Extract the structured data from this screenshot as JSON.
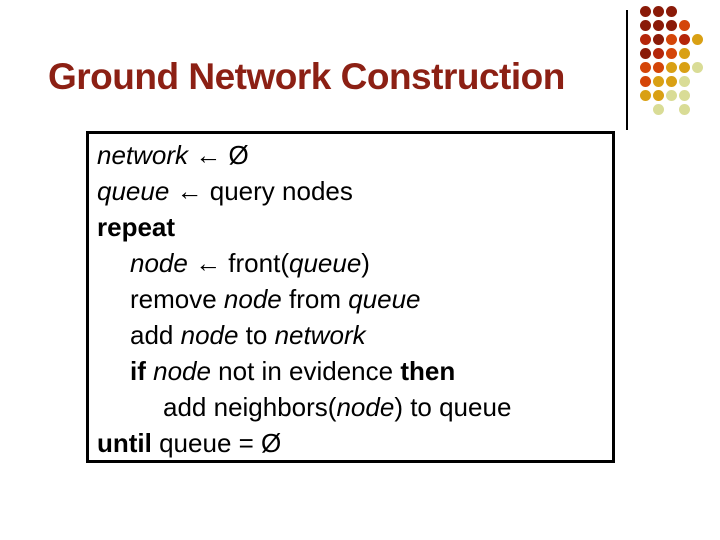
{
  "slide": {
    "title": "Ground Network Construction",
    "title_color": "#8C2014",
    "background_color": "#FFFFFF"
  },
  "pseudocode": {
    "border_color": "#000000",
    "text_color": "#000000",
    "lines": [
      {
        "indent": 0,
        "segments": [
          {
            "text": "network",
            "style": "italic"
          },
          {
            "text": " ← Ø",
            "style": "regular"
          }
        ]
      },
      {
        "indent": 0,
        "segments": [
          {
            "text": "queue",
            "style": "italic"
          },
          {
            "text": " ← query nodes",
            "style": "regular"
          }
        ]
      },
      {
        "indent": 0,
        "segments": [
          {
            "text": "repeat",
            "style": "bold"
          }
        ]
      },
      {
        "indent": 1,
        "segments": [
          {
            "text": "node",
            "style": "italic"
          },
          {
            "text": " ← front(",
            "style": "regular"
          },
          {
            "text": "queue",
            "style": "italic"
          },
          {
            "text": ")",
            "style": "regular"
          }
        ]
      },
      {
        "indent": 1,
        "segments": [
          {
            "text": "remove ",
            "style": "regular"
          },
          {
            "text": "node",
            "style": "italic"
          },
          {
            "text": " from ",
            "style": "regular"
          },
          {
            "text": "queue",
            "style": "italic"
          }
        ]
      },
      {
        "indent": 1,
        "segments": [
          {
            "text": "add ",
            "style": "regular"
          },
          {
            "text": "node",
            "style": "italic"
          },
          {
            "text": " to ",
            "style": "regular"
          },
          {
            "text": "network",
            "style": "italic"
          }
        ]
      },
      {
        "indent": 1,
        "segments": [
          {
            "text": "if ",
            "style": "bold"
          },
          {
            "text": "node",
            "style": "italic"
          },
          {
            "text": " not in evidence ",
            "style": "regular"
          },
          {
            "text": "then",
            "style": "bold"
          }
        ]
      },
      {
        "indent": 2,
        "segments": [
          {
            "text": "add neighbors(",
            "style": "regular"
          },
          {
            "text": "node",
            "style": "italic"
          },
          {
            "text": ") to queue",
            "style": "regular"
          }
        ]
      },
      {
        "indent": 0,
        "segments": [
          {
            "text": "until",
            "style": "bold"
          },
          {
            "text": " queue = Ø",
            "style": "regular"
          }
        ]
      }
    ]
  },
  "decoration": {
    "divider_color": "#000000",
    "palette": {
      "darkred": "#8A1A08",
      "red": "#B5260A",
      "orangered": "#D44508",
      "gold": "#D9A014",
      "pale": "#D9DC96"
    },
    "dot_grid": [
      [
        "darkred",
        "darkred",
        "darkred",
        null,
        null
      ],
      [
        "darkred",
        "darkred",
        "darkred",
        "orangered",
        null
      ],
      [
        "red",
        "darkred",
        "orangered",
        "red",
        "gold"
      ],
      [
        "darkred",
        "red",
        "orangered",
        "gold",
        null
      ],
      [
        "orangered",
        "orangered",
        "gold",
        "gold",
        "pale"
      ],
      [
        "orangered",
        "gold",
        "gold",
        "pale",
        null
      ],
      [
        "gold",
        "gold",
        "pale",
        "pale",
        null
      ],
      [
        null,
        "pale",
        null,
        "pale",
        null
      ]
    ]
  }
}
